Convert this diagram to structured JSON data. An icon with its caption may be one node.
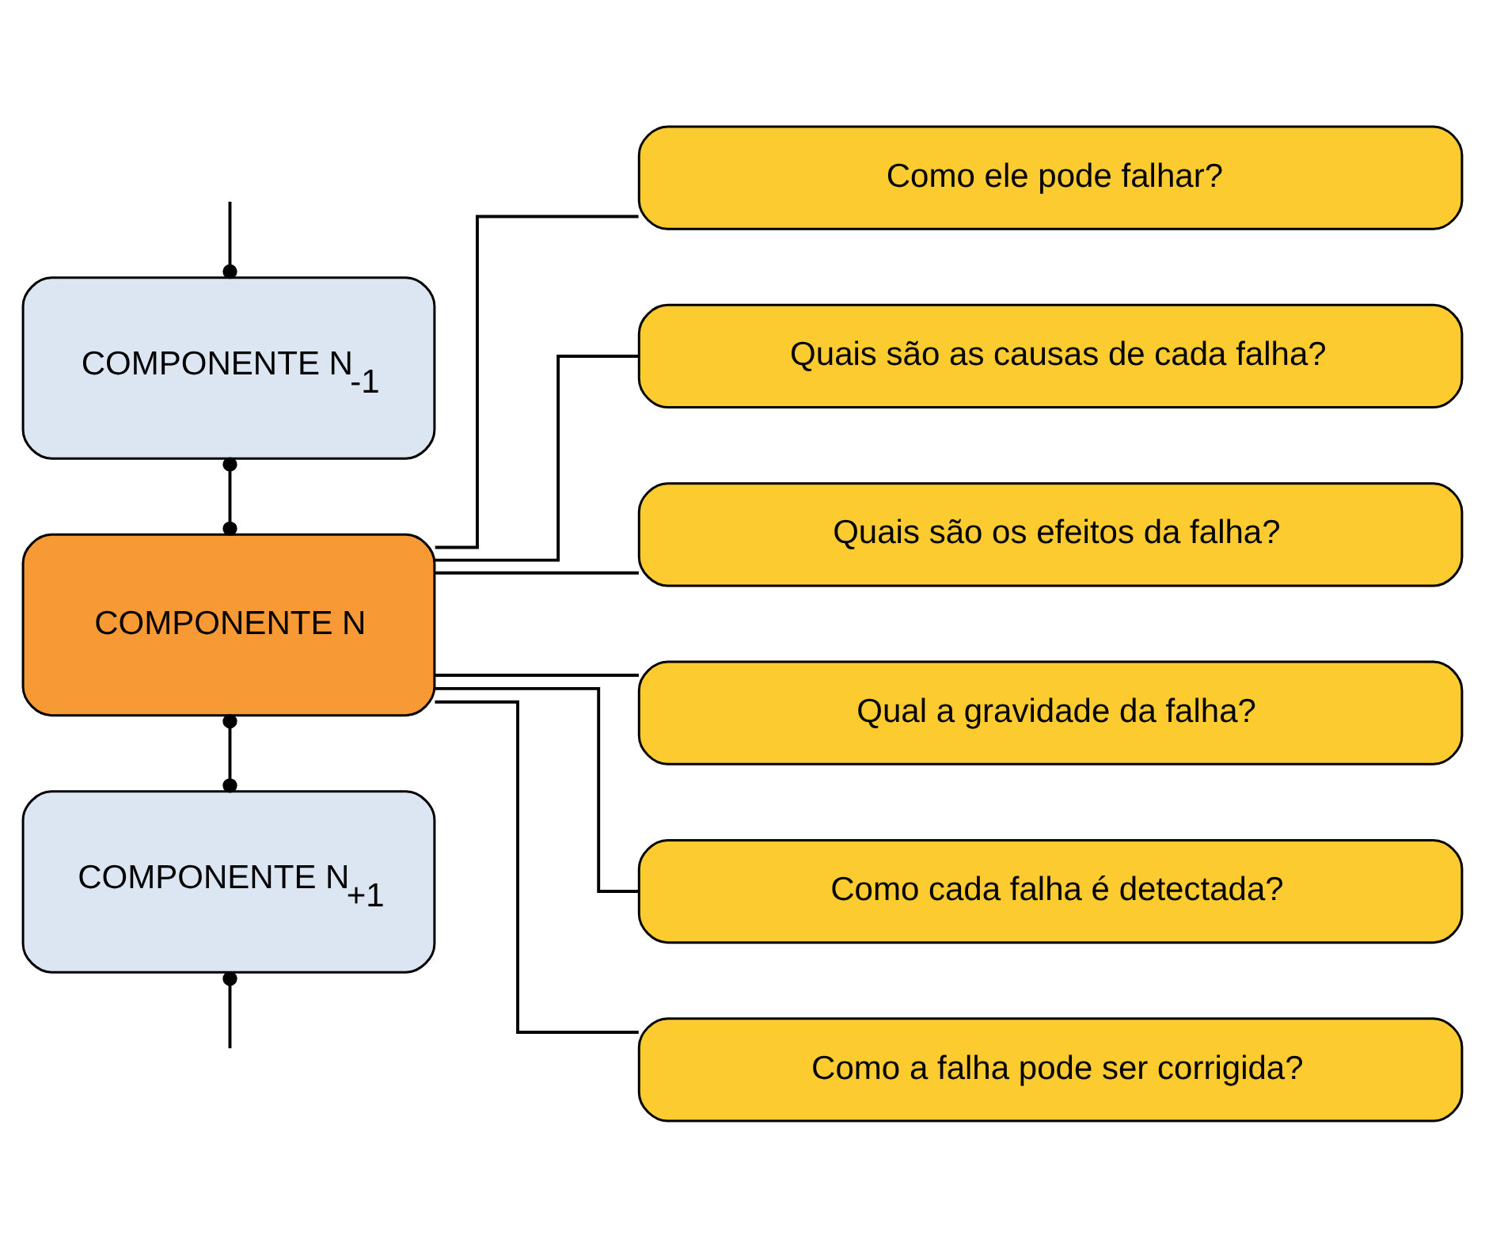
{
  "diagram": {
    "nodes": [
      {
        "text": [
          "COMPONENTE N$_{-1}$"
        ]
      },
      {
        "text": [
          "COMPONENTE N"
        ]
      },
      {
        "text": [
          "COMPONENTE N$_{+1}$"
        ]
      },
      {
        "text": [
          "Como ele pode falhar?"
        ]
      },
      {
        "text": [
          "Quais são as causas de cada falha?"
        ]
      },
      {
        "text": [
          "Quais são os efeitos da falha?"
        ]
      },
      {
        "text": [
          "Qual a gravidade da falha?"
        ]
      },
      {
        "text": [
          "Como cada falha é detectada?"
        ]
      },
      {
        "text": [
          "Como a falha pode ser corrigida?"
        ]
      }
    ],
    "edges": [
      {
        "from": null,
        "to": 0,
        "arrow": "other"
      },
      {
        "from": 0,
        "to": 1,
        "arrow": "other"
      },
      {
        "from": 1,
        "to": 2,
        "arrow": "other"
      },
      {
        "from": 2,
        "to": null,
        "arrow": "other"
      },
      {
        "from": 1,
        "to": 3,
        "arrow": "none"
      },
      {
        "from": 1,
        "to": 4,
        "arrow": "none"
      },
      {
        "from": 1,
        "to": 5,
        "arrow": "none"
      },
      {
        "from": 1,
        "to": 6,
        "arrow": "none"
      },
      {
        "from": 1,
        "to": 7,
        "arrow": "none"
      },
      {
        "from": 1,
        "to": 8,
        "arrow": "none"
      }
    ]
  }
}
